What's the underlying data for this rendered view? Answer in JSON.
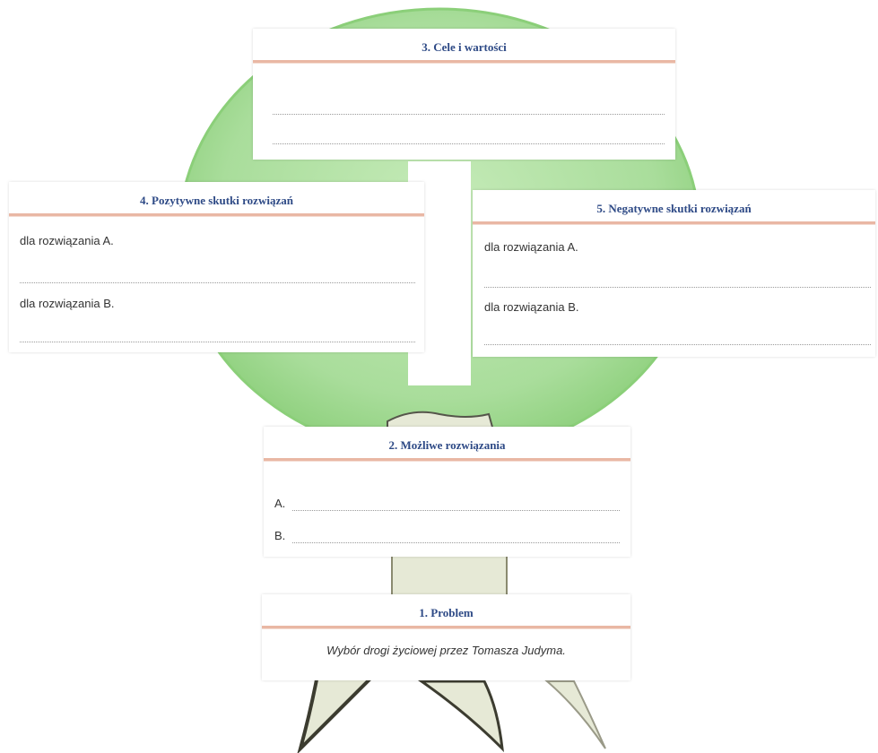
{
  "colors": {
    "crown": "#a9dd9b",
    "crown_dark": "#7cc56b",
    "trunk": "#e6e9d6",
    "title_text": "#2e4a86",
    "title_rule": "#e9b7a4"
  },
  "box3": {
    "title": "3. Cele i wartości"
  },
  "box4": {
    "title": "4. Pozytywne skutki rozwiązań",
    "line_a": "dla rozwiązania A.",
    "line_b": "dla rozwiązania B."
  },
  "box5": {
    "title": "5. Negatywne skutki rozwiązań",
    "line_a": "dla rozwiązania A.",
    "line_b": "dla rozwiązania B."
  },
  "box2": {
    "title": "2. Możliwe rozwiązania",
    "option_a": "A.",
    "option_b": "B."
  },
  "box1": {
    "title": "1. Problem",
    "text": "Wybór drogi życiowej przez Tomasza Judyma."
  }
}
